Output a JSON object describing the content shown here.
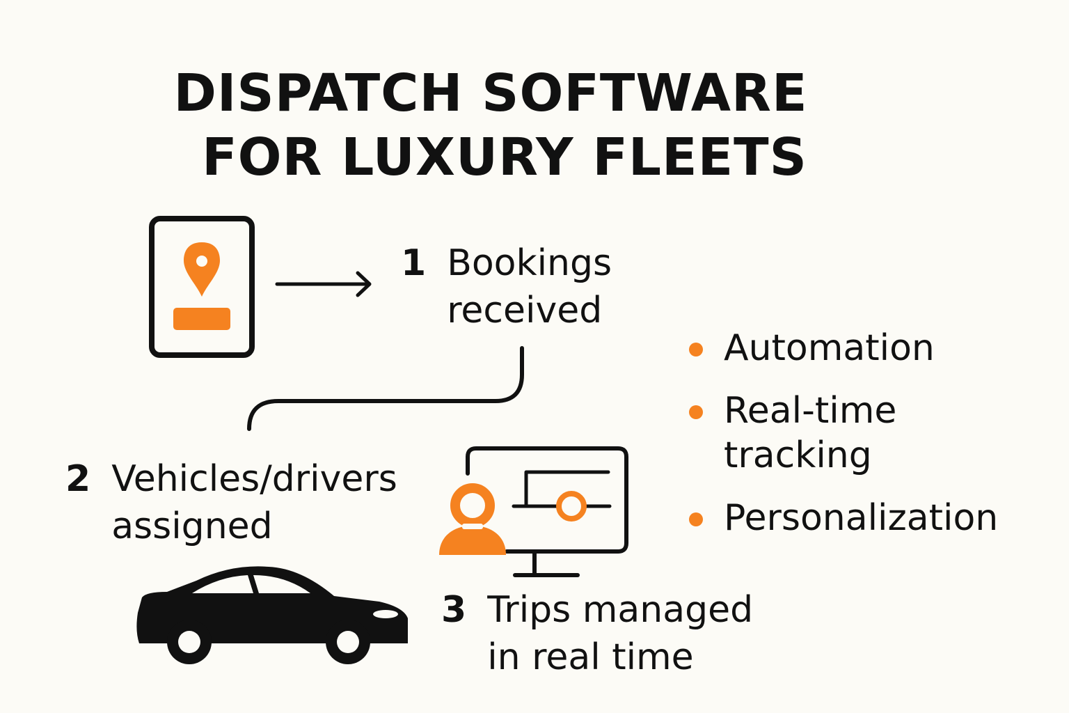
{
  "title": {
    "line1": "DISPATCH SOFTWARE",
    "line2": "FOR LUXURY FLEETS"
  },
  "steps": [
    {
      "number": "1",
      "label": "Bookings\nreceived"
    },
    {
      "number": "2",
      "label": "Vehicles/drivers\nassigned"
    },
    {
      "number": "3",
      "label": "Trips managed\nin real time"
    }
  ],
  "features": [
    {
      "label": "Automation"
    },
    {
      "label": "Real-time\ntracking"
    },
    {
      "label": "Personalization"
    }
  ],
  "colors": {
    "accent": "#f58220",
    "ink": "#111111",
    "background": "#fcfbf6"
  },
  "icons": [
    "tablet-location-icon",
    "arrow-right-icon",
    "connector-line",
    "car-icon",
    "monitor-dispatch-icon",
    "driver-person-icon"
  ]
}
